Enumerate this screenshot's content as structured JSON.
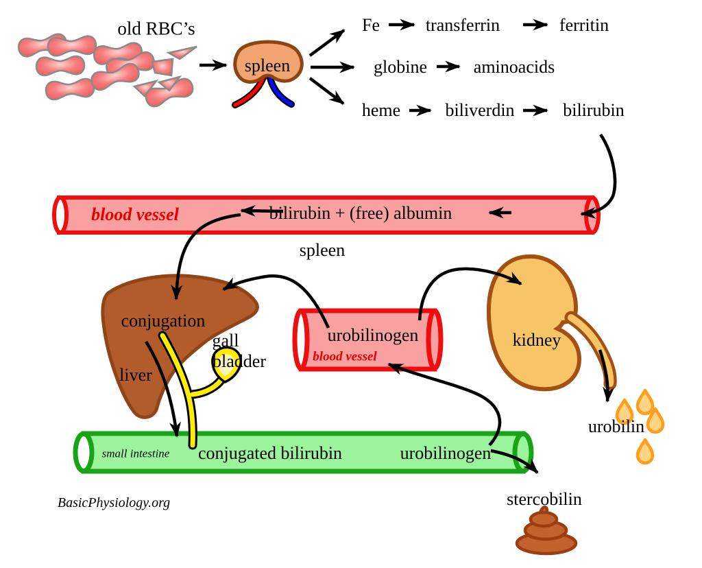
{
  "labels": {
    "old_rbcs": "old RBC’s",
    "spleen_organ": "spleen",
    "fe": "Fe",
    "transferrin": "transferrin",
    "ferritin": "ferritin",
    "globine": "globine",
    "aminoacids": "aminoacids",
    "heme": "heme",
    "biliverdin": "biliverdin",
    "bilirubin": "bilirubin",
    "blood_vessel_1": "blood vessel",
    "bilirubin_albumin": "bilirubin + (free) albumin",
    "spleen_caption": "spleen",
    "conjugation": "conjugation",
    "gall": "gall",
    "bladder": "bladder",
    "liver": "liver",
    "urobilinogen_blood": "urobilinogen",
    "blood_vessel_2": "blood vessel",
    "kidney": "kidney",
    "urobilin": "urobilin",
    "small_intestine": "small intestine",
    "conjugated_bilirubin": "conjugated bilirubin",
    "urobilinogen_intestine": "urobilinogen",
    "stercobilin": "stercobilin",
    "credit": "BasicPhysiology.org"
  },
  "icons": {
    "rbc_icon": "red-blood-cell-bone-shape",
    "rbc_fragment_icon": "broken-cell-fragment",
    "spleen_icon": "spleen-organ-blob",
    "spleen_vessels_icon": "red-artery-and-blue-vein",
    "blood_vessel_icon": "red-tube-cylinder",
    "liver_icon": "liver-organ-wedge",
    "bile_duct_icon": "yellow-duct",
    "gallbladder_icon": "gall-bladder-teardrop",
    "kidney_icon": "kidney-bean-with-ureter",
    "urine_drop_icon": "orange-droplet",
    "intestine_icon": "green-tube-cylinder",
    "feces_icon": "stool-pile",
    "arrow_icon": "black-flow-arrow"
  },
  "colors": {
    "background": "#ffffff",
    "arrow": "#000000",
    "text": "#000000",
    "rbc_fill": "#f15f5f",
    "rbc_outline": "#8a8a8a",
    "spleen_fill": "#f2a470",
    "spleen_outline": "#8b4513",
    "spleen_artery_red": "#ff0000",
    "spleen_vein_blue": "#0008ff",
    "vessel_border": "#ee0e0e",
    "vessel_fill": "#f9a1a1",
    "vessel_label_red": "#e60000",
    "liver_fill": "#b25c2c",
    "liver_outline": "#8f4517",
    "bile_yellow": "#ffee00",
    "gall_inner": "#f8f3bd",
    "kidney_fill": "#f7c566",
    "kidney_outline": "#a44f13",
    "urine_drop_outline": "#ff9e1b",
    "urine_drop_fill": "#ffd584",
    "intestine_border": "#17a417",
    "intestine_fill": "#9cf49c",
    "feces_fill": "#c2622f",
    "feces_outline": "#9c3e10"
  }
}
